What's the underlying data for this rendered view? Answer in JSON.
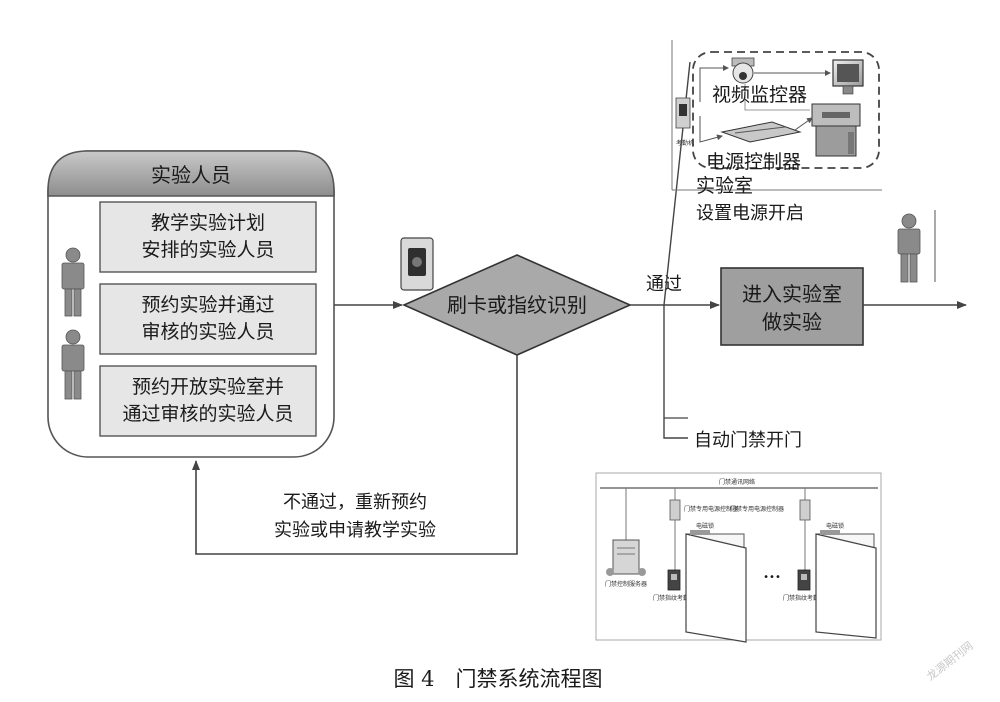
{
  "personnel_panel": {
    "title": "实验人员",
    "groups": [
      [
        "教学实验计划",
        "安排的实验人员"
      ],
      [
        "预约实验并通过",
        "审核的实验人员"
      ],
      [
        "预约开放实验室并",
        "通过审核的实验人员"
      ]
    ]
  },
  "decision": {
    "label": "刷卡或指纹识别"
  },
  "pass_label": "通过",
  "enter_box": [
    "进入实验室",
    "做实验"
  ],
  "auto_door_label": "自动门禁开门",
  "fail_label": [
    "不通过，重新预约",
    "实验或申请教学实验"
  ],
  "lab_power": [
    "实验室",
    "设置电源开启"
  ],
  "inset_top": {
    "video_label": "视频监控器",
    "power_label": "电源控制器",
    "small_label": "考勤机"
  },
  "inset_bottom": {
    "network_label": "门禁通讯网络",
    "controller_label": "门禁专用电源控制器",
    "lock_label": "电磁锁",
    "server_label": "门禁控制服务器",
    "reader_label": "门禁指纹考勤机",
    "ellipsis": "•••"
  },
  "caption": "图 4　门禁系统流程图",
  "watermark": "龙源期刊网"
}
